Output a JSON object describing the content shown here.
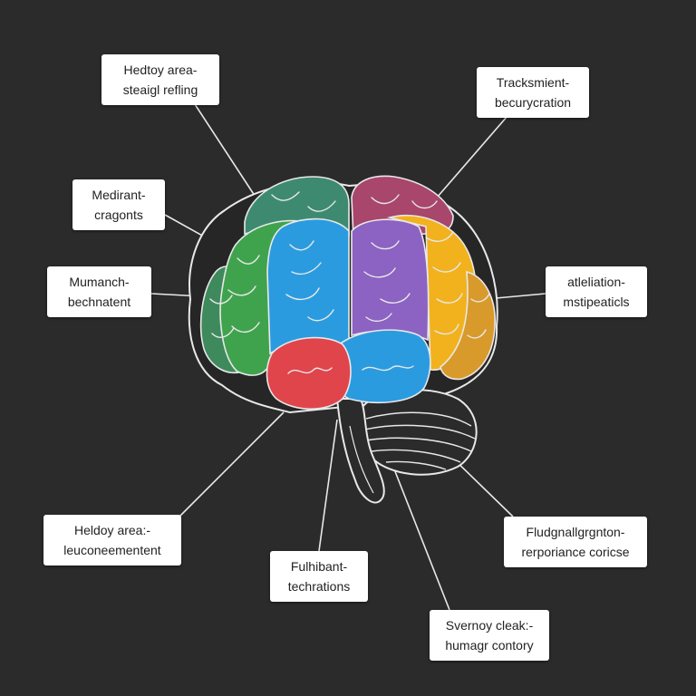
{
  "labels": {
    "top_left": {
      "line1": "Hedtoy area-",
      "line2": "steaigl refling"
    },
    "top_right": {
      "line1": "Tracksmient-",
      "line2": "becurycration"
    },
    "mid_left_upper": {
      "line1": "Medirant-",
      "line2": "cragonts"
    },
    "mid_left": {
      "line1": "Mumanch-",
      "line2": "bechnatent"
    },
    "mid_right": {
      "line1": "atleliation-",
      "line2": "mstipeaticls"
    },
    "bottom_left": {
      "line1": "Heldoy area:-",
      "line2": "leuconeementent"
    },
    "bottom_center": {
      "line1": "Fulhibant-",
      "line2": "techrations"
    },
    "bottom_right": {
      "line1": "Fludgnallgrgnton-",
      "line2": "rerporiance coricse"
    },
    "bottom_lower": {
      "line1": "Svernoy cleak:-",
      "line2": "humagr contory"
    }
  },
  "colors": {
    "background": "#2b2b2b",
    "frontal_green": "#3fa34d",
    "dark_green": "#3f8a5c",
    "teal_top": "#3e8a70",
    "magenta_top": "#a8466b",
    "blue": "#2b9be0",
    "purple": "#8c62c2",
    "yellow": "#f2b21e",
    "orange_gold": "#d99a2c",
    "red": "#e0454c",
    "outline": "#e8e8e8"
  }
}
